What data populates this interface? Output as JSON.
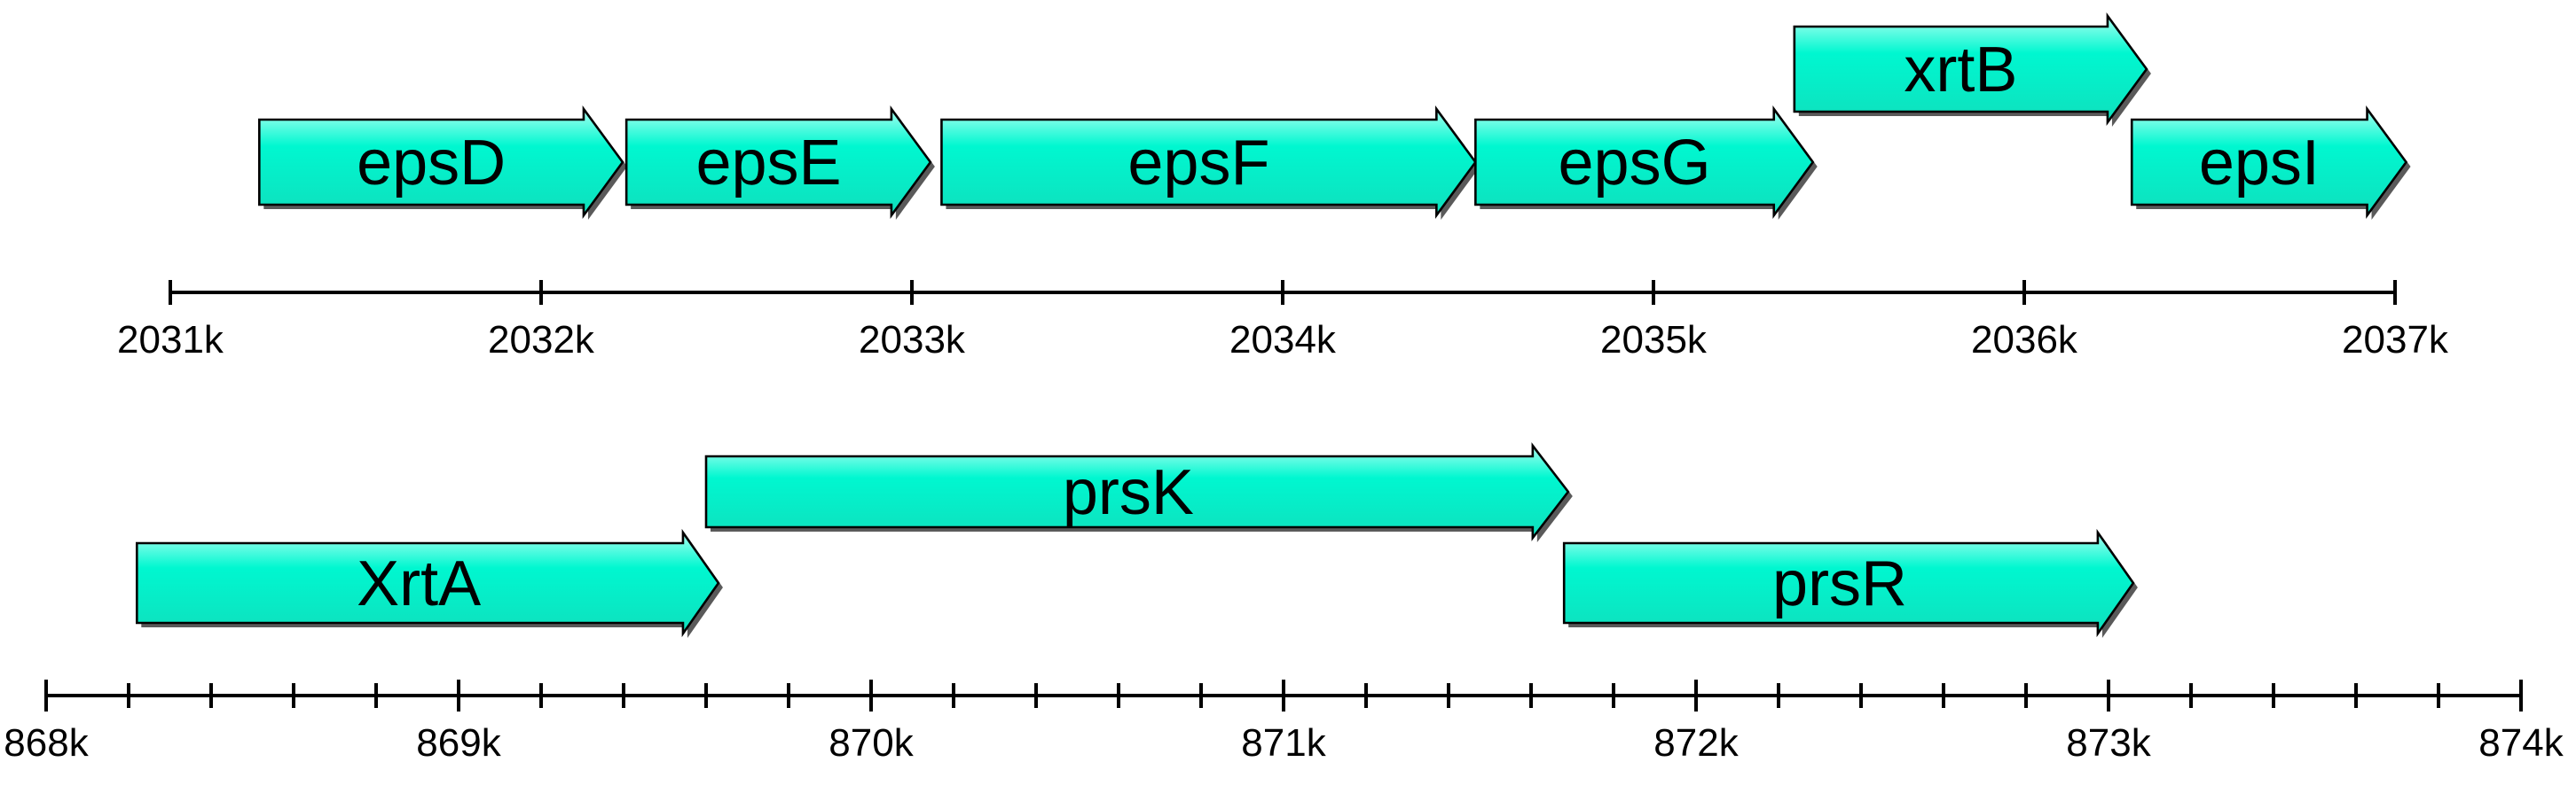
{
  "gene_fill_colors": {
    "top": "#a8fff0",
    "middle": "#00f7d0",
    "bottom": "#0fe0bd"
  },
  "chart_data": [
    {
      "type": "gene-map",
      "x_unit": "bp",
      "xlim": [
        2031000,
        2037000
      ],
      "major_ticks": [
        2031000,
        2032000,
        2033000,
        2034000,
        2035000,
        2036000,
        2037000
      ],
      "tick_labels": [
        "2031k",
        "2032k",
        "2033k",
        "2034k",
        "2035k",
        "2036k",
        "2037k"
      ],
      "minor_ticks": [],
      "genes": [
        {
          "name": "epsD",
          "start": 2031240,
          "end": 2032220,
          "strand": "+",
          "row": 1
        },
        {
          "name": "epsE",
          "start": 2032230,
          "end": 2033050,
          "strand": "+",
          "row": 1
        },
        {
          "name": "epsF",
          "start": 2033080,
          "end": 2034520,
          "strand": "+",
          "row": 1
        },
        {
          "name": "epsG",
          "start": 2034520,
          "end": 2035430,
          "strand": "+",
          "row": 1
        },
        {
          "name": "xrtB",
          "start": 2035380,
          "end": 2036330,
          "strand": "+",
          "row": 0
        },
        {
          "name": "epsI",
          "start": 2036290,
          "end": 2037030,
          "strand": "+",
          "row": 1
        }
      ]
    },
    {
      "type": "gene-map",
      "x_unit": "bp",
      "xlim": [
        868000,
        874000
      ],
      "major_ticks": [
        868000,
        869000,
        870000,
        871000,
        872000,
        873000,
        874000
      ],
      "tick_labels": [
        "868k",
        "869k",
        "870k",
        "871k",
        "872k",
        "873k",
        "874k"
      ],
      "minor_ticks": [
        868200,
        868400,
        868600,
        868800,
        869200,
        869400,
        869600,
        869800,
        870200,
        870400,
        870600,
        870800,
        871200,
        871400,
        871600,
        871800,
        872200,
        872400,
        872600,
        872800,
        873200,
        873400,
        873600,
        873800
      ],
      "genes": [
        {
          "name": "XrtA",
          "start": 868220,
          "end": 869630,
          "strand": "+",
          "row": 1
        },
        {
          "name": "prsK",
          "start": 869600,
          "end": 871690,
          "strand": "+",
          "row": 0
        },
        {
          "name": "prsR",
          "start": 871680,
          "end": 873060,
          "strand": "+",
          "row": 1
        }
      ]
    }
  ]
}
